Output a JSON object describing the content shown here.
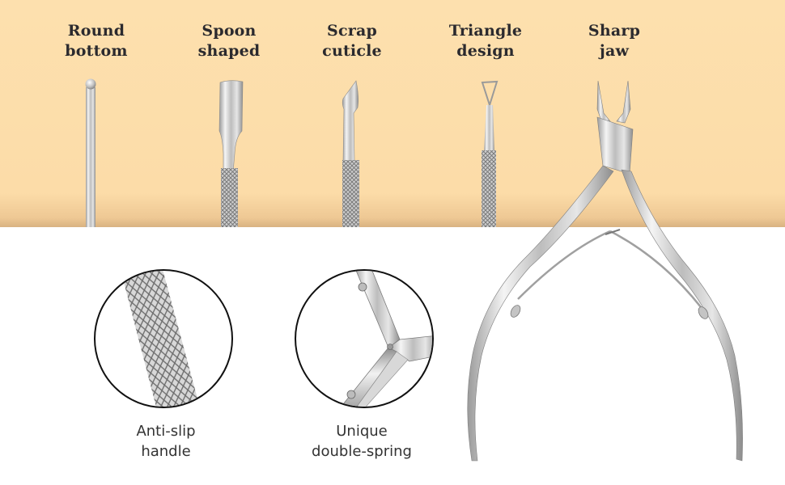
{
  "theme": {
    "band_color": "#fde0ae",
    "background": "#ffffff",
    "heading_color": "#2b2a2e",
    "caption_color": "#333333",
    "circle_border": "#111111",
    "steel_light": "#f2f2f2",
    "steel_dark": "#8a8a8a"
  },
  "features": [
    {
      "id": "round-bottom",
      "line1": "Round",
      "line2": "bottom",
      "icon": "round-bottom-pusher-icon"
    },
    {
      "id": "spoon-shaped",
      "line1": "Spoon",
      "line2": "shaped",
      "icon": "spoon-pusher-icon"
    },
    {
      "id": "scrap-cuticle",
      "line1": "Scrap",
      "line2": "cuticle",
      "icon": "cuticle-scraper-icon"
    },
    {
      "id": "triangle-design",
      "line1": "Triangle",
      "line2": "design",
      "icon": "triangle-remover-icon"
    },
    {
      "id": "sharp-jaw",
      "line1": "Sharp",
      "line2": "jaw",
      "icon": "cuticle-nipper-icon"
    }
  ],
  "details": [
    {
      "id": "anti-slip",
      "line1": "Anti-slip",
      "line2": "handle",
      "icon": "knurled-handle-closeup-icon"
    },
    {
      "id": "double-spring",
      "line1": "Unique",
      "line2": "double-spring",
      "icon": "double-spring-closeup-icon"
    }
  ]
}
